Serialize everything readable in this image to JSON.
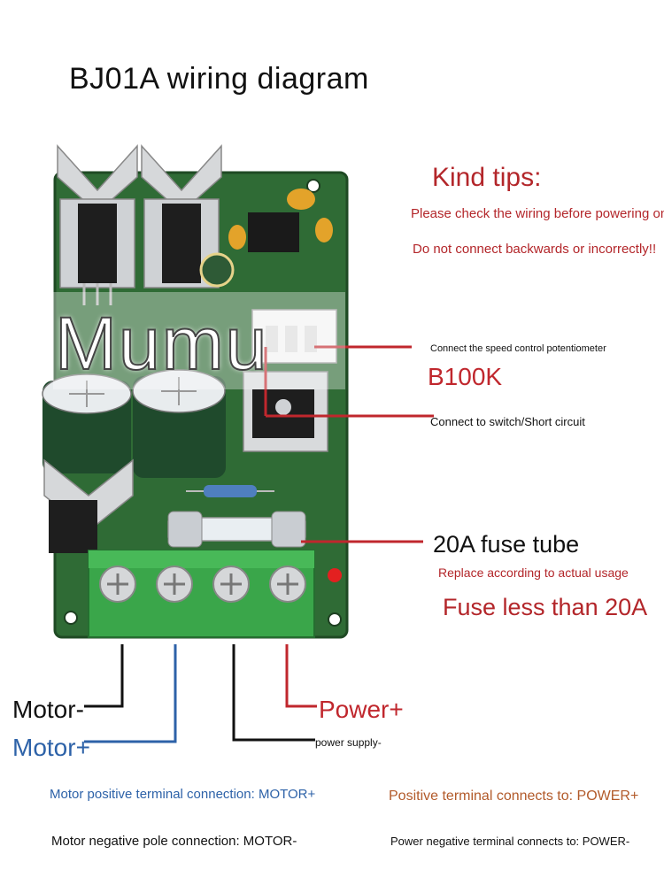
{
  "title": "BJ01A wiring diagram",
  "watermark": "Mumu",
  "tips": {
    "heading": "Kind tips:",
    "line1": "Please check the wiring before powering on",
    "line2": "Do not connect backwards or incorrectly!!"
  },
  "callouts": {
    "potentiometer": "Connect the speed control potentiometer",
    "b100k": "B100K",
    "switch": "Connect to switch/Short circuit",
    "fuse_title": "20A fuse tube",
    "fuse_replace": "Replace according to actual usage",
    "fuse_less": "Fuse less than 20A"
  },
  "terminals": {
    "motor_minus": "Motor-",
    "motor_plus": "Motor+",
    "power_plus": "Power+",
    "power_supply_minus": "power supply-"
  },
  "notes": {
    "motor_positive": "Motor positive terminal connection: MOTOR+",
    "power_positive": "Positive terminal connects to: POWER+",
    "motor_negative": "Motor negative pole connection: MOTOR-",
    "power_negative": "Power negative terminal connects to: POWER-"
  },
  "colors": {
    "red": "#c0272d",
    "blue": "#2d62a8",
    "pcb_green": "#2f6b35",
    "terminal_green": "#3aa64a"
  }
}
